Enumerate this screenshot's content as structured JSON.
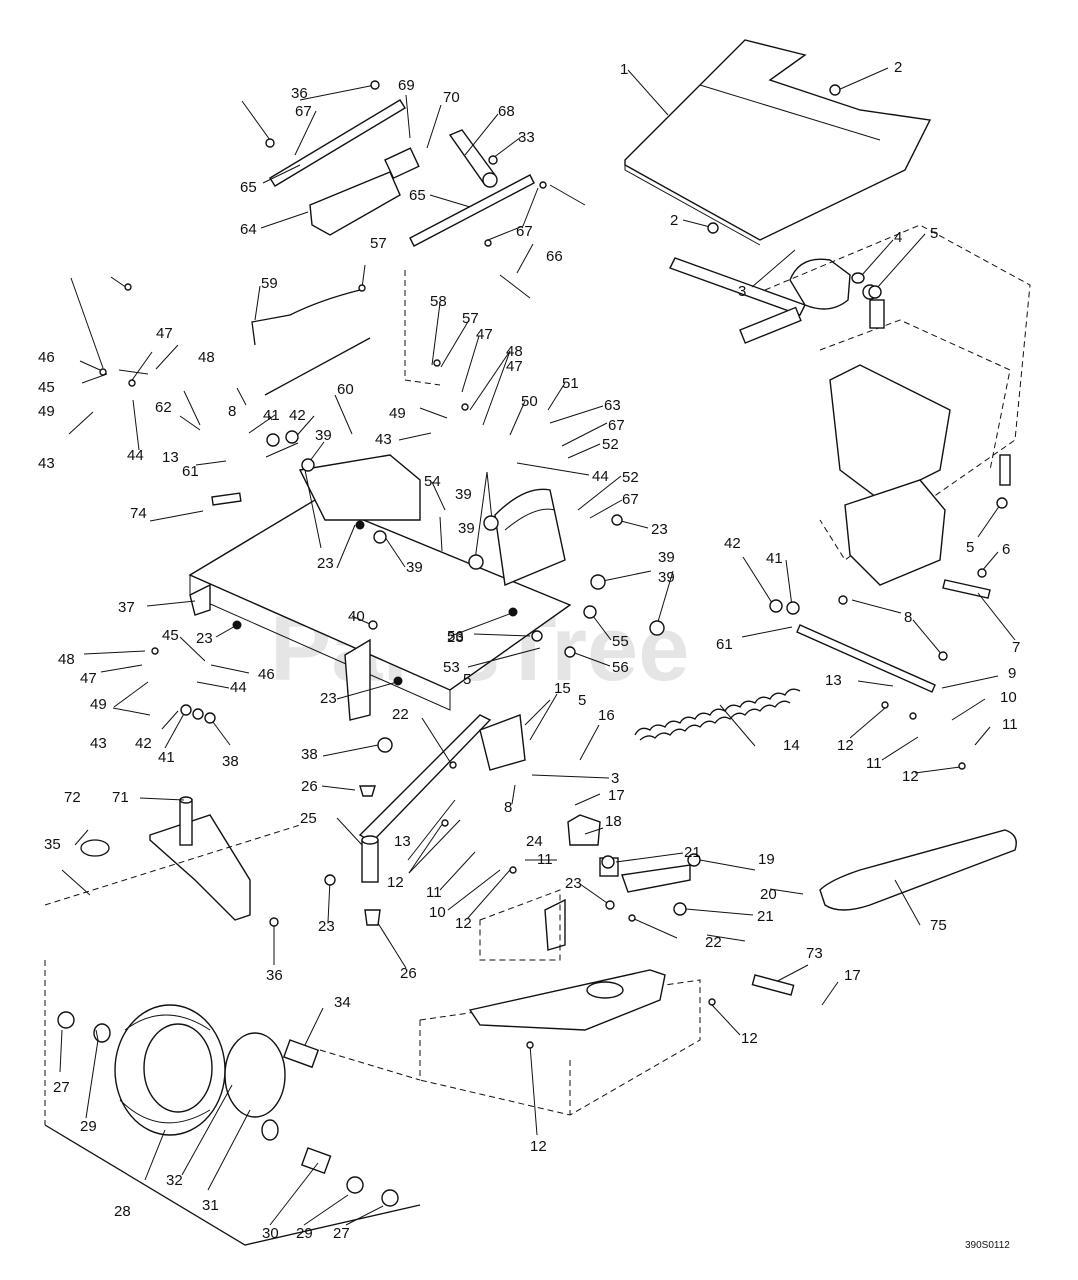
{
  "watermark": "PartsTree",
  "drawing_code": "390S0112",
  "callouts": {
    "c1": "1",
    "c2a": "2",
    "c2b": "2",
    "c3a": "3",
    "c3b": "3",
    "c4": "4",
    "c5a": "5",
    "c5b": "5",
    "c5c": "5",
    "c5d": "5",
    "c6": "6",
    "c7": "7",
    "c8a": "8",
    "c8b": "8",
    "c8c": "8",
    "c9": "9",
    "c10a": "10",
    "c10b": "10",
    "c11a": "11",
    "c11b": "11",
    "c11c": "11",
    "c11d": "11",
    "c12a": "12",
    "c12b": "12",
    "c12c": "12",
    "c12d": "12",
    "c12e": "12",
    "c12f": "12",
    "c13a": "13",
    "c13b": "13",
    "c13c": "13",
    "c14": "14",
    "c15": "15",
    "c16": "16",
    "c17a": "17",
    "c17b": "17",
    "c18": "18",
    "c19": "19",
    "c20": "20",
    "c21a": "21",
    "c21b": "21",
    "c22a": "22",
    "c22b": "22",
    "c23a": "23",
    "c23b": "23",
    "c23c": "23",
    "c23d": "23",
    "c23e": "23",
    "c23f": "23",
    "c23g": "23",
    "c24": "24",
    "c25": "25",
    "c26a": "26",
    "c26b": "26",
    "c27a": "27",
    "c27b": "27",
    "c28": "28",
    "c29a": "29",
    "c29b": "29",
    "c30": "30",
    "c31": "31",
    "c32": "32",
    "c33": "33",
    "c34": "34",
    "c35": "35",
    "c36a": "36",
    "c36b": "36",
    "c37": "37",
    "c38a": "38",
    "c38b": "38",
    "c39a": "39",
    "c39b": "39",
    "c39c": "39",
    "c39d": "39",
    "c40": "40",
    "c41a": "41",
    "c41b": "41",
    "c41c": "41",
    "c42a": "42",
    "c42b": "42",
    "c42c": "42",
    "c43a": "43",
    "c43b": "43",
    "c43c": "43",
    "c44a": "44",
    "c44b": "44",
    "c44c": "44",
    "c45a": "45",
    "c45b": "45",
    "c46a": "46",
    "c46b": "46",
    "c47a": "47",
    "c47b": "47",
    "c47c": "47",
    "c47d": "47",
    "c48a": "48",
    "c48b": "48",
    "c48c": "48",
    "c49a": "49",
    "c49b": "49",
    "c49c": "49",
    "c50": "50",
    "c51": "51",
    "c52a": "52",
    "c52b": "52",
    "c53": "53",
    "c54": "54",
    "c55": "55",
    "c56a": "56",
    "c56b": "56",
    "c57a": "57",
    "c57b": "57",
    "c58": "58",
    "c59": "59",
    "c60": "60",
    "c61a": "61",
    "c61b": "61",
    "c62": "62",
    "c63": "63",
    "c64": "64",
    "c65a": "65",
    "c65b": "65",
    "c66": "66",
    "c67a": "67",
    "c67b": "67",
    "c67c": "67",
    "c67d": "67",
    "c68": "68",
    "c69": "69",
    "c70": "70",
    "c71": "71",
    "c72": "72",
    "c73": "73",
    "c74": "74",
    "c75": "75"
  }
}
